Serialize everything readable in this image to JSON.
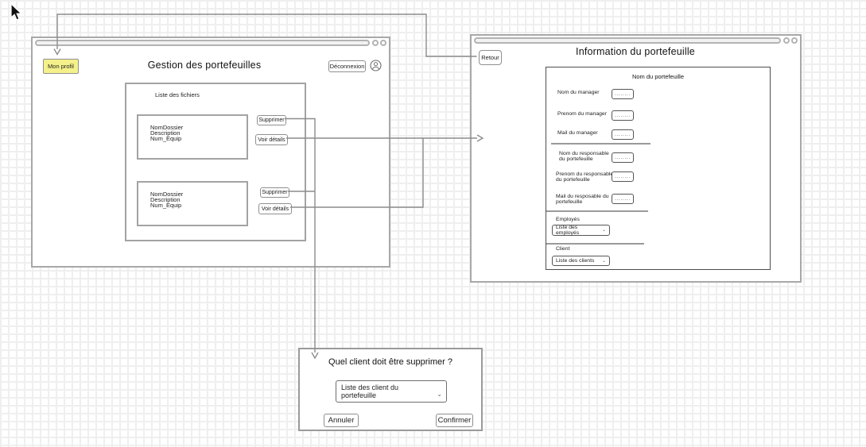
{
  "icons": {
    "chevron": "⌄"
  },
  "gestion_window": {
    "title": "Gestion des portefeuilles",
    "profile_button": "Mon profil",
    "logout_button": "Déconnexion",
    "files_panel": {
      "title": "Liste des fichiers",
      "items": [
        {
          "text": "NomDossier\nDescription\nNum_Equip",
          "delete": "Supprimer",
          "details": "Voir détails"
        },
        {
          "text": "NomDossier\nDescription\nNum_Equip",
          "delete": "Supprimer",
          "details": "Voir détails"
        }
      ]
    }
  },
  "info_window": {
    "title": "Information du portefeuille",
    "back_button": "Retour",
    "panel_title": "Nom du portefeuille",
    "fields": [
      {
        "label": "Nom du manager",
        "value": "........"
      },
      {
        "label": "Prenom du manager",
        "value": "........"
      },
      {
        "label": "Mail du manager",
        "value": "........"
      },
      {
        "label": "Nom du responsable\ndu portefeuille",
        "value": "........"
      },
      {
        "label": "Prenom du responsable\ndu portefeuille",
        "value": "........"
      },
      {
        "label": "Mail du resposable du\nportefeuille",
        "value": "........"
      }
    ],
    "employees_label": "Employés",
    "employees_select": "Liste des employés",
    "client_label": "Client",
    "client_select": "Liste des clients"
  },
  "delete_dialog": {
    "title": "Quel client doit être supprimer ?",
    "select": "Liste des client du portefeuille",
    "cancel_button": "Annuler",
    "confirm_button": "Confirmer"
  },
  "colors": {
    "highlight_button": "#f5f18a",
    "connector": "#8c8c8c",
    "window_border": "#a8a8a8",
    "grid_line": "#efefef"
  }
}
